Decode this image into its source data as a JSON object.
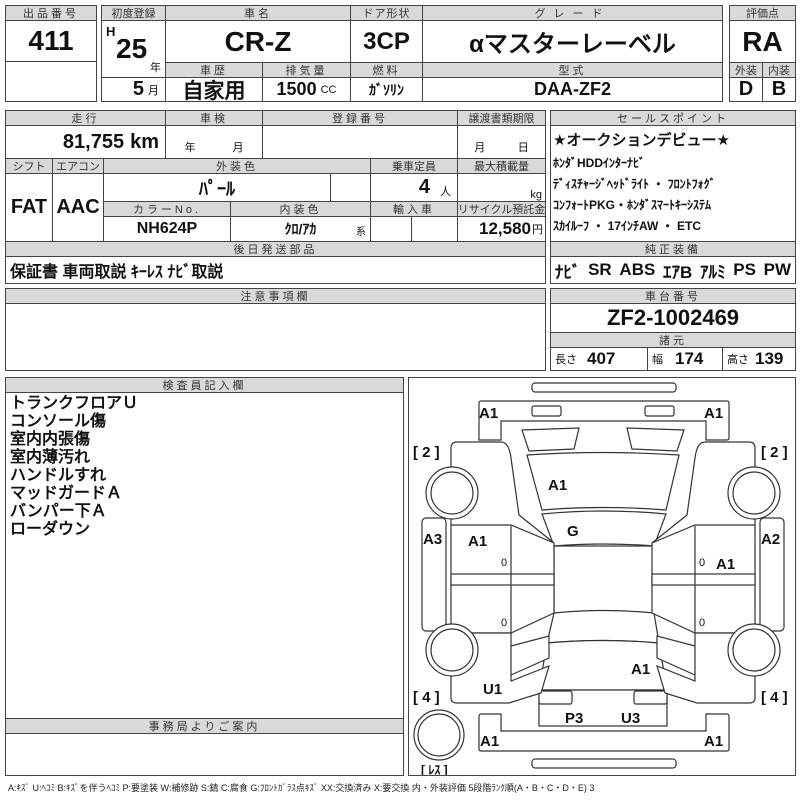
{
  "lot": {
    "label": "出品番号",
    "value": "411"
  },
  "first_reg": {
    "label": "初度登録",
    "era": "H",
    "year": "25",
    "year_unit": "年",
    "month": "5",
    "month_unit": "月"
  },
  "car_name": {
    "label": "車名",
    "value": "CR-Z"
  },
  "door": {
    "label": "ドア形状",
    "value": "3CP"
  },
  "grade": {
    "label": "グレード",
    "value": "αマスターレーベル"
  },
  "history": {
    "label": "車歴",
    "value": "自家用"
  },
  "displacement": {
    "label": "排気量",
    "value": "1500",
    "unit": "CC"
  },
  "fuel": {
    "label": "燃料",
    "value": "ｶﾞｿﾘﾝ"
  },
  "model": {
    "label": "型式",
    "value": "DAA-ZF2"
  },
  "score": {
    "label": "評価点",
    "value": "RA",
    "exterior_label": "外装",
    "interior_label": "内装",
    "exterior": "D",
    "interior": "B"
  },
  "mileage": {
    "label": "走行",
    "value": "81,755",
    "unit": "km"
  },
  "inspection": {
    "label": "車検",
    "year_unit": "年",
    "month_unit": "月"
  },
  "reg_number": {
    "label": "登録番号"
  },
  "transfer": {
    "label": "譲渡書類期限",
    "month_unit": "月",
    "day_unit": "日"
  },
  "shift": {
    "label": "シフト",
    "value": "FAT"
  },
  "ac": {
    "label": "エアコン",
    "value": "AAC"
  },
  "ext_color": {
    "label": "外装色",
    "value": "ﾊﾟｰﾙ"
  },
  "capacity": {
    "label": "乗車定員",
    "value": "4",
    "unit": "人"
  },
  "max_load": {
    "label": "最大積載量",
    "unit": "kg"
  },
  "color_no": {
    "label": "カラーNo.",
    "value": "NH624P"
  },
  "int_color": {
    "label": "内装色",
    "value": "ｸﾛ/ｱｶ",
    "suffix": "系"
  },
  "import_car": {
    "label": "輸入車"
  },
  "recycle": {
    "label": "リサイクル預託金",
    "value": "12,580",
    "unit": "円"
  },
  "later_parts": {
    "label": "後日発送部品",
    "value": "保証書 車両取説 ｷｰﾚｽ ﾅﾋﾞ取説"
  },
  "sales_points": {
    "label": "セールスポイント",
    "lines": [
      "★オークションデビュー★",
      "ﾎﾝﾀﾞHDDｲﾝﾀｰﾅﾋﾞ",
      "ﾃﾞｨｽﾁｬｰｼﾞﾍｯﾄﾞﾗｲﾄ ・ ﾌﾛﾝﾄﾌｫｸﾞ",
      "ｺﾝﾌｫｰﾄPKG・ﾎﾝﾀﾞｽﾏｰﾄｷｰｼｽﾃﾑ",
      "ｽｶｲﾙｰﾌ ・ 17ｲﾝﾁAW ・ ETC"
    ]
  },
  "equipment": {
    "label": "純正装備",
    "items": [
      "ﾅﾋﾞ",
      "SR",
      "ABS",
      "ｴｱB",
      "ｱﾙﾐ",
      "PS",
      "PW"
    ]
  },
  "notes": {
    "label": "注意事項欄"
  },
  "chassis": {
    "label": "車台番号",
    "value": "ZF2-1002469"
  },
  "specs": {
    "label": "諸元",
    "length_label": "長さ",
    "length": "407",
    "width_label": "幅",
    "width": "174",
    "height_label": "高さ",
    "height": "139"
  },
  "inspector": {
    "label": "検査員記入欄",
    "lines": [
      "トランクフロアＵ",
      "コンソール傷",
      "室内内張傷",
      "室内薄汚れ",
      "ハンドルすれ",
      "マッドガードＡ",
      "バンパー下Ａ",
      "ローダウン"
    ]
  },
  "office": {
    "label": "事務局よりご案内"
  },
  "diagram": {
    "front_bumper_left": "A1",
    "front_bumper_right": "A1",
    "hood": "A1",
    "windshield": "G",
    "tire_front_left": "[ 2 ]",
    "tire_front_right": "[ 2 ]",
    "tire_rear_left": "[ 4 ]",
    "tire_rear_right": "[ 4 ]",
    "rocker_left": "A3",
    "rocker_right": "A2",
    "door_left": "A1",
    "door_right": "A1",
    "door_marks": [
      "0",
      "0",
      "0",
      "0"
    ],
    "quarter_left": "U1",
    "trunk": "A1",
    "rear_panel_left": "P3",
    "rear_panel_right": "U3",
    "rear_bumper_left": "A1",
    "rear_bumper_right": "A1",
    "spare": "[ ﾚｽ ]"
  },
  "legend": "A:ｷｽﾞ U:ﾍｺﾐ B:ｷｽﾞを伴うﾍｺﾐ P:要塗装 W:補修跡 S:錆 C:腐食 G:ﾌﾛﾝﾄｶﾞﾗｽ点ｷｽﾞ XX:交換済み X:要交換 内・外装評価 5段階ﾗﾝｸ順(A・B・C・D・E) 3"
}
